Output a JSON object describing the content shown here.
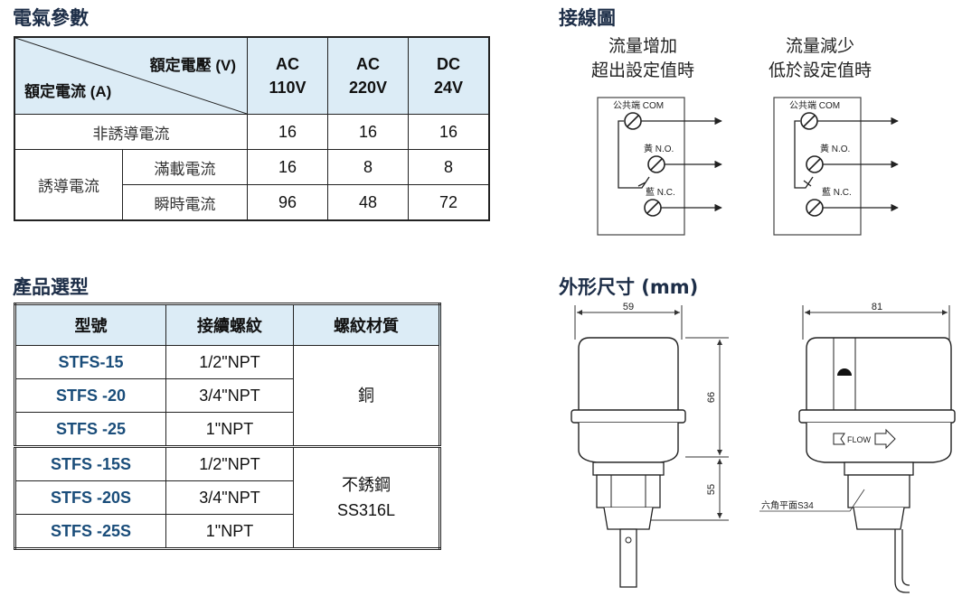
{
  "electrical": {
    "title": "電氣參數",
    "voltage_header": "額定電壓 (V)",
    "current_header": "額定電流 (A)",
    "columns": [
      {
        "line1": "AC",
        "line2": "110V"
      },
      {
        "line1": "AC",
        "line2": "220V"
      },
      {
        "line1": "DC",
        "line2": "24V"
      }
    ],
    "non_inductive": {
      "label": "非誘導電流",
      "values": [
        "16",
        "16",
        "16"
      ]
    },
    "inductive": {
      "label": "誘導電流",
      "rows": [
        {
          "label": "滿載電流",
          "values": [
            "16",
            "8",
            "8"
          ]
        },
        {
          "label": "瞬時電流",
          "values": [
            "96",
            "48",
            "72"
          ]
        }
      ]
    }
  },
  "product": {
    "title": "產品選型",
    "headers": [
      "型號",
      "接續螺紋",
      "螺紋材質"
    ],
    "rows": [
      {
        "model": "STFS-15",
        "thread": "1/2\"NPT"
      },
      {
        "model": "STFS -20",
        "thread": "3/4\"NPT"
      },
      {
        "model": "STFS -25",
        "thread": "1\"NPT"
      },
      {
        "model": "STFS -15S",
        "thread": "1/2\"NPT"
      },
      {
        "model": "STFS -20S",
        "thread": "3/4\"NPT"
      },
      {
        "model": "STFS -25S",
        "thread": "1\"NPT"
      }
    ],
    "material_group1": "銅",
    "material_group2_line1": "不銹鋼",
    "material_group2_line2": "SS316L"
  },
  "wiring": {
    "title": "接線圖",
    "left_caption_line1": "流量增加",
    "left_caption_line2": "超出設定值時",
    "right_caption_line1": "流量減少",
    "right_caption_line2": "低於設定值時",
    "com_label": "公共端 COM",
    "no_label": "黃 N.O.",
    "nc_label": "藍 N.C."
  },
  "dimensions": {
    "title": "外形尺寸 (mm)",
    "width_front": "59",
    "width_side": "81",
    "height_body": "66",
    "height_thread": "55",
    "hex_label": "六角平面S34",
    "flow_label": "FLOW"
  }
}
